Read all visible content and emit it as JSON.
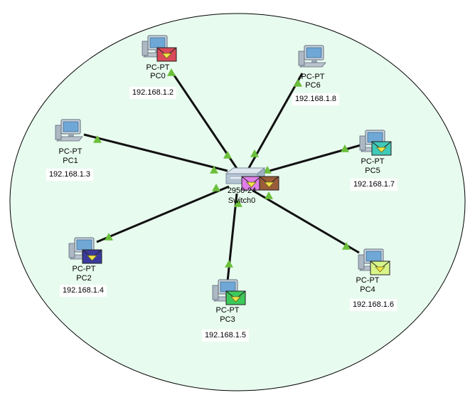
{
  "network": {
    "switch": {
      "model": "2950-24",
      "name": "Switch0",
      "envelopes": [
        "#e07ee8",
        "#9a5c3a"
      ]
    },
    "pcs": [
      {
        "id": "pc0",
        "type": "PC-PT",
        "name": "PC0",
        "ip": "192.168.1.2",
        "envelope": "#d94a5a"
      },
      {
        "id": "pc1",
        "type": "PC-PT",
        "name": "PC1",
        "ip": "192.168.1.3",
        "envelope": null
      },
      {
        "id": "pc2",
        "type": "PC-PT",
        "name": "PC2",
        "ip": "192.168.1.4",
        "envelope": "#3a3a9e"
      },
      {
        "id": "pc3",
        "type": "PC-PT",
        "name": "PC3",
        "ip": "192.168.1.5",
        "envelope": "#3cc95a"
      },
      {
        "id": "pc4",
        "type": "PC-PT",
        "name": "PC4",
        "ip": "192.168.1.6",
        "envelope": "#d8f58a"
      },
      {
        "id": "pc5",
        "type": "PC-PT",
        "name": "PC5",
        "ip": "192.168.1.7",
        "envelope": "#3fc9b8"
      },
      {
        "id": "pc6",
        "type": "PC-PT",
        "name": "PC6",
        "ip": "192.168.1.8",
        "envelope": null
      }
    ]
  },
  "colors": {
    "area_fill": "#e8fbef",
    "area_stroke": "#000000",
    "link": "#111111",
    "link_marker": "#6bbf3a"
  }
}
